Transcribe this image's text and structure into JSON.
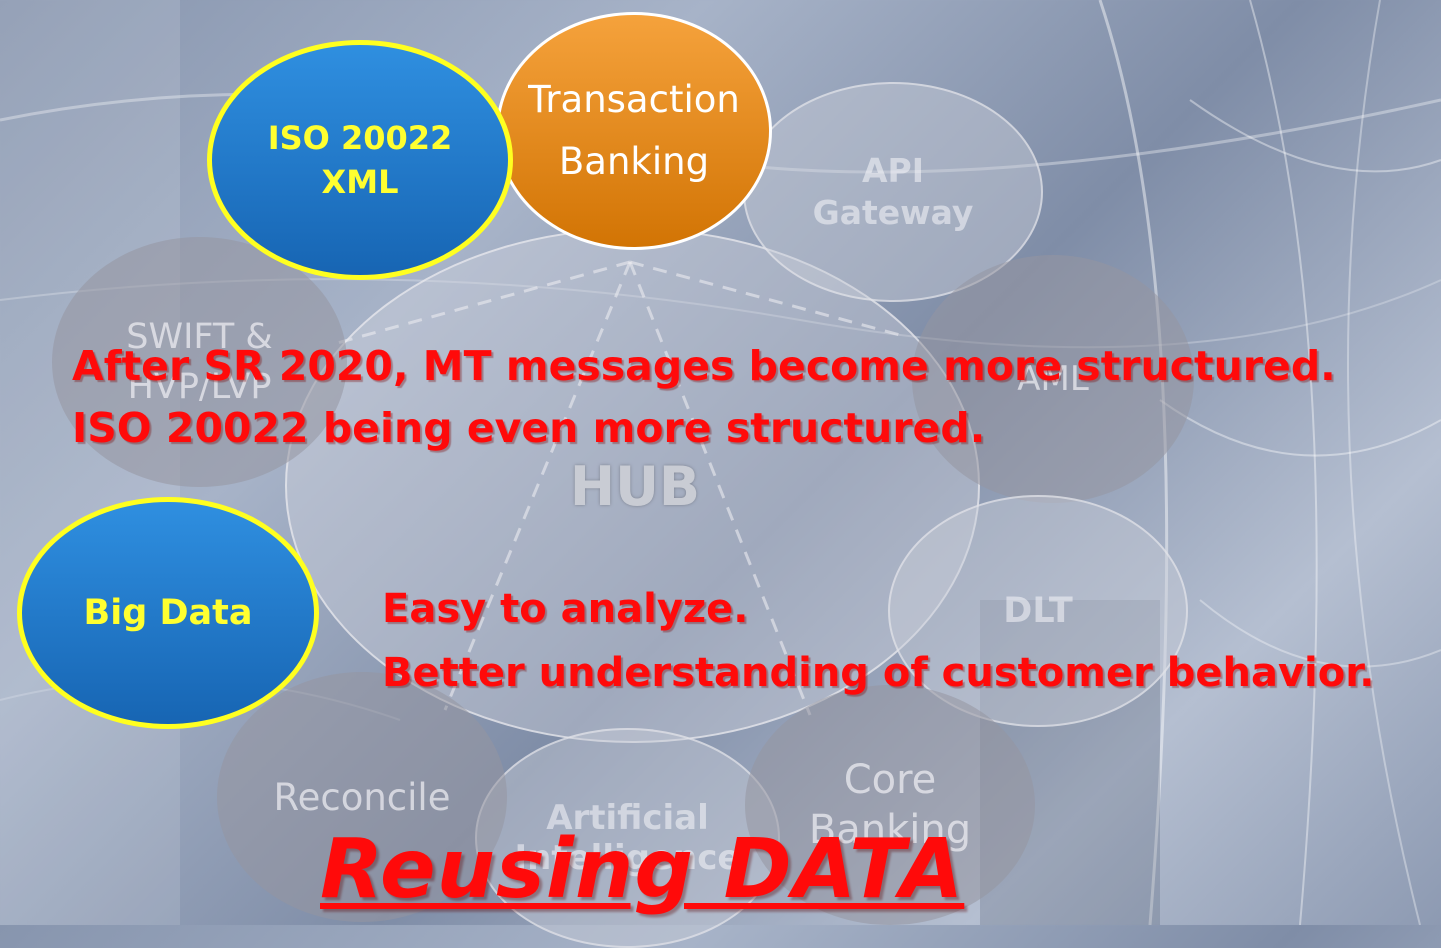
{
  "hub": {
    "label": "HUB"
  },
  "nodes": {
    "transaction": {
      "line1": "Transaction",
      "line2": "Banking"
    },
    "iso": {
      "line1": "ISO 20022",
      "line2": "XML"
    },
    "api": {
      "line1": "API",
      "line2": "Gateway"
    },
    "swift": {
      "line1": "SWIFT &",
      "line2": "HVP/LVP"
    },
    "aml": {
      "label": "AML"
    },
    "dlt": {
      "label": "DLT"
    },
    "big_data": {
      "label": "Big Data"
    },
    "reconcile": {
      "label": "Reconcile"
    },
    "ai": {
      "line1": "Artificial",
      "line2": "Intelligence"
    },
    "core": {
      "line1": "Core",
      "line2": "Banking"
    }
  },
  "headlines": {
    "line1": "After SR 2020, MT messages become more structured.",
    "line2": "ISO 20022 being even more structured."
  },
  "benefits": {
    "line1": "Easy to analyze.",
    "line2": "Better understanding of customer behavior."
  },
  "title": "Reusing DATA",
  "colors": {
    "accent_text": "#ff0a0a",
    "highlight_fill": "#1f74c6",
    "highlight_border": "#ffff20",
    "transaction_fill": "#e88a12"
  }
}
